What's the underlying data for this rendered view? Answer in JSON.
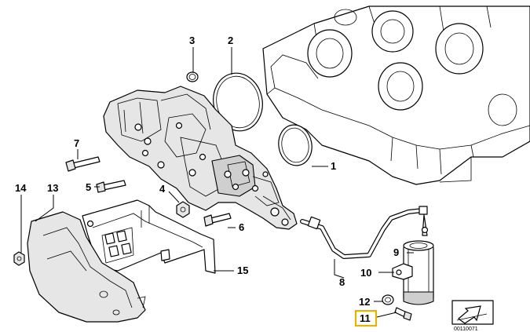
{
  "callouts": {
    "c1": "1",
    "c2": "2",
    "c3": "3",
    "c4": "4",
    "c5": "5",
    "c6": "6",
    "c7": "7",
    "c8": "8",
    "c9": "9",
    "c10": "10",
    "c11": "11",
    "c12": "12",
    "c13": "13",
    "c14": "14",
    "c15": "15"
  },
  "highlight": {
    "part": "11",
    "color": "#e3b400"
  },
  "reference_code": "00110071"
}
